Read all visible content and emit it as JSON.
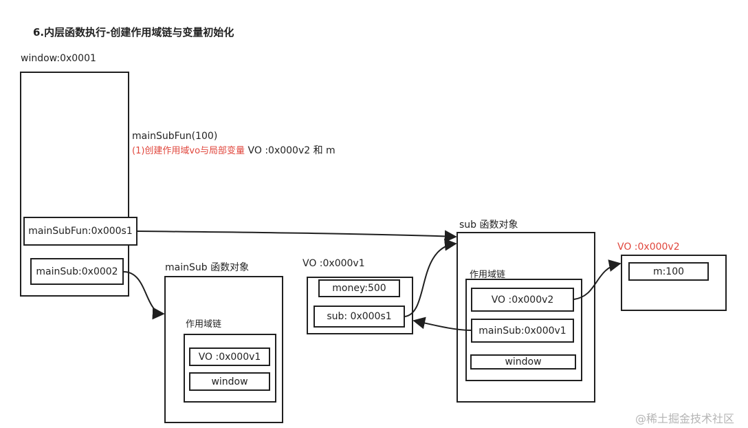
{
  "title": "6.内层函数执行-创建作用域链与变量初始化",
  "window": {
    "label": "window:0x0001",
    "main_sub_fun": "mainSubFun:0x000s1",
    "main_sub": "mainSub:0x0002"
  },
  "call_note": {
    "line1": "mainSubFun(100)",
    "line2_red": "(1)创建作用域vo与局部变量",
    "line2_black": " VO :0x000v2 和 m"
  },
  "main_sub_obj": {
    "label": "mainSub 函数对象",
    "scope_chain_label": "作用域链",
    "items": [
      "VO :0x000v1",
      "window"
    ]
  },
  "vo1": {
    "label": "VO :0x000v1",
    "items": [
      "money:500",
      "sub: 0x000s1"
    ]
  },
  "sub_obj": {
    "label": "sub 函数对象",
    "scope_chain_label": "作用域链",
    "items": [
      "VO :0x000v2",
      "mainSub:0x000v1",
      "window"
    ]
  },
  "vo2": {
    "label": "VO :0x000v2",
    "items": [
      "m:100"
    ]
  },
  "watermark": "@稀土掘金技术社区",
  "colors": {
    "accent_red": "#e0463c",
    "stroke": "#1f1f1f"
  }
}
